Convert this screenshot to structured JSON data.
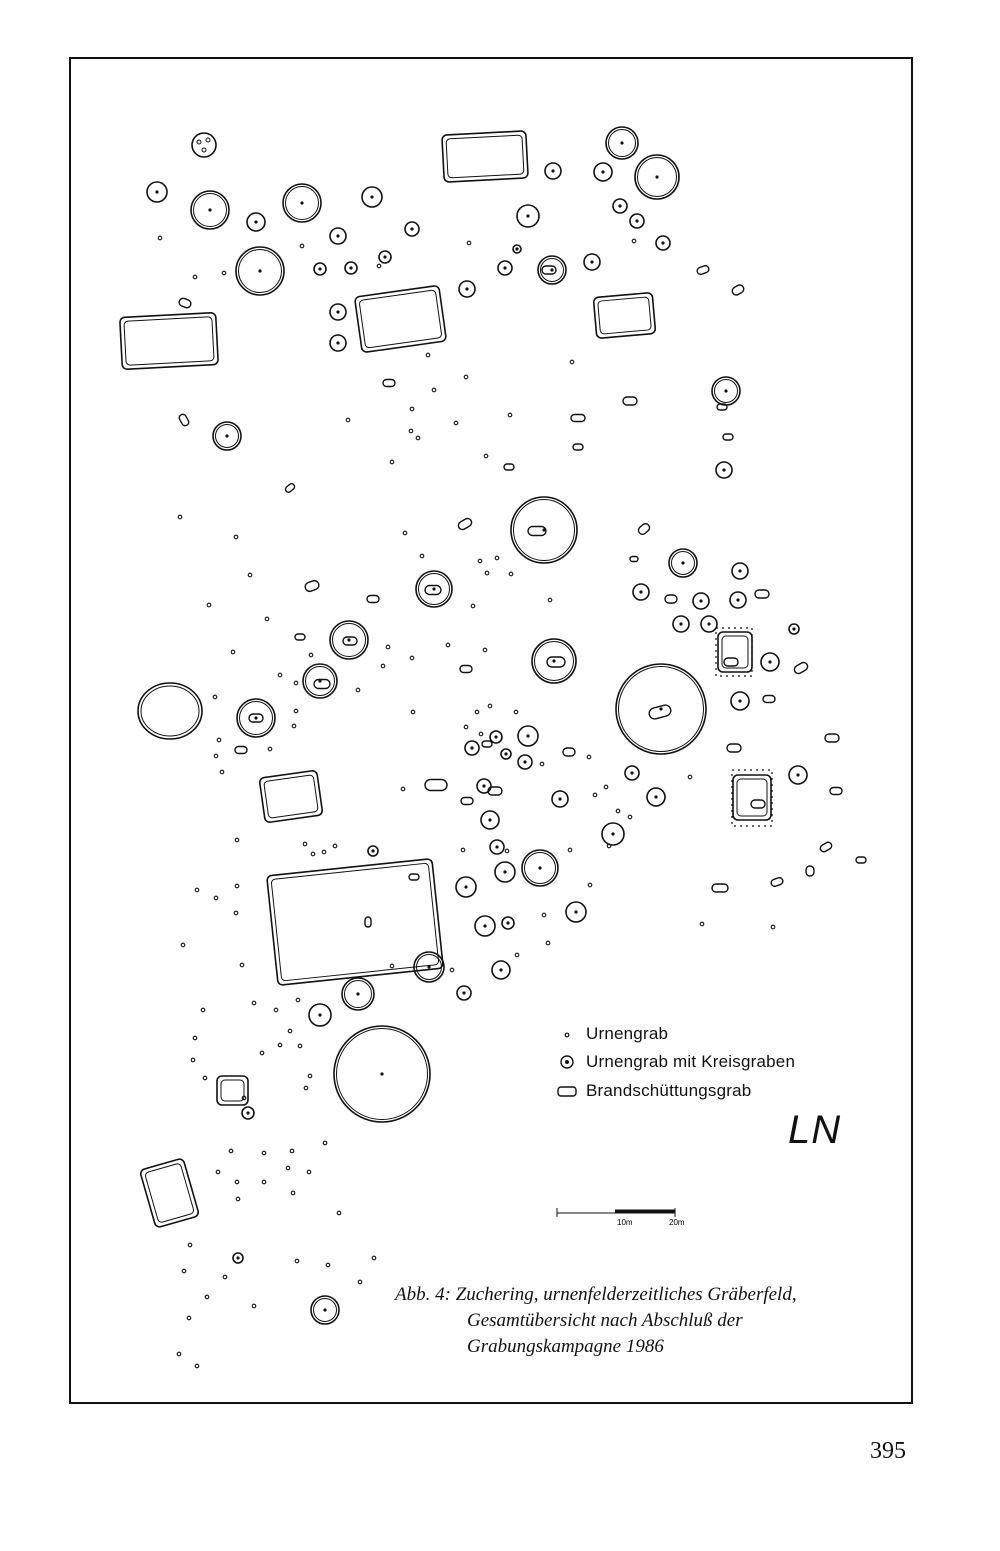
{
  "legend": {
    "urn_grave": "Urnengrab",
    "urn_grave_ring": "Urnengrab mit Kreisgraben",
    "cremation_grave": "Brandschüttungsgrab"
  },
  "map_code": "LN",
  "scale": {
    "mid_label": "10m",
    "end_label": "20m"
  },
  "caption": {
    "prefix": "Abb. 4:",
    "line1": "Zuchering, urnenfelderzeitliches Gräberfeld,",
    "line2": "Gesamtübersicht nach Abschluß der",
    "line3": "Grabungskampagne 1986"
  },
  "page_number": "395",
  "colors": {
    "ink": "#111111",
    "paper": "#ffffff"
  }
}
